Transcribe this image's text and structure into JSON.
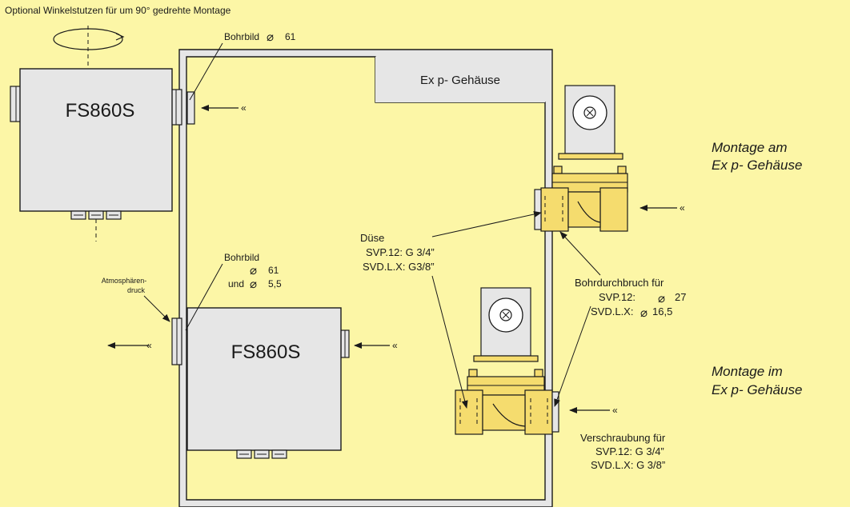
{
  "colors": {
    "background": "#fcf6a6",
    "housing_fill": "#e6e6e6",
    "outline": "#1a1a1a",
    "valve_brass": "#f5dc6e"
  },
  "labels": {
    "optional_angle": "Optional Winkelstutzen für um 90° gedrehte Montage",
    "bohrbild_top": "Bohrbild",
    "bohrbild_top_value": "61",
    "ex_housing": "Ex p- Gehäuse",
    "device_name_top": "FS860S",
    "device_name_bottom": "FS860S",
    "montage_am_line1": "Montage am",
    "montage_am_line2": "Ex p- Gehäuse",
    "montage_im_line1": "Montage im",
    "montage_im_line2": "Ex p- Gehäuse",
    "duese_title": "Düse",
    "duese_svp": "SVP.12: G 3/4”",
    "duese_svd": "SVD.L.X: G3/8”",
    "bohrbild_bottom": "Bohrbild",
    "bohrbild_bottom_value1": "61",
    "bohrbild_bottom_und": "und",
    "bohrbild_bottom_value2": "5,5",
    "atmosphaeren_line1": "Atmosphären-",
    "atmosphaeren_line2": "druck",
    "bohrdurchbruch_title": "Bohrdurchbruch für",
    "bohrdurchbruch_svp": "SVP.12:",
    "bohrdurchbruch_svp_value": "27",
    "bohrdurchbruch_svd": "SVD.L.X:",
    "bohrdurchbruch_svd_value": "16,5",
    "verschraubung_title": "Verschraubung für",
    "verschraubung_svp": "SVP.12:   G 3/4”",
    "verschraubung_svd": "SVD.L.X:  G 3/8”",
    "diameter_symbol": "⌀"
  }
}
